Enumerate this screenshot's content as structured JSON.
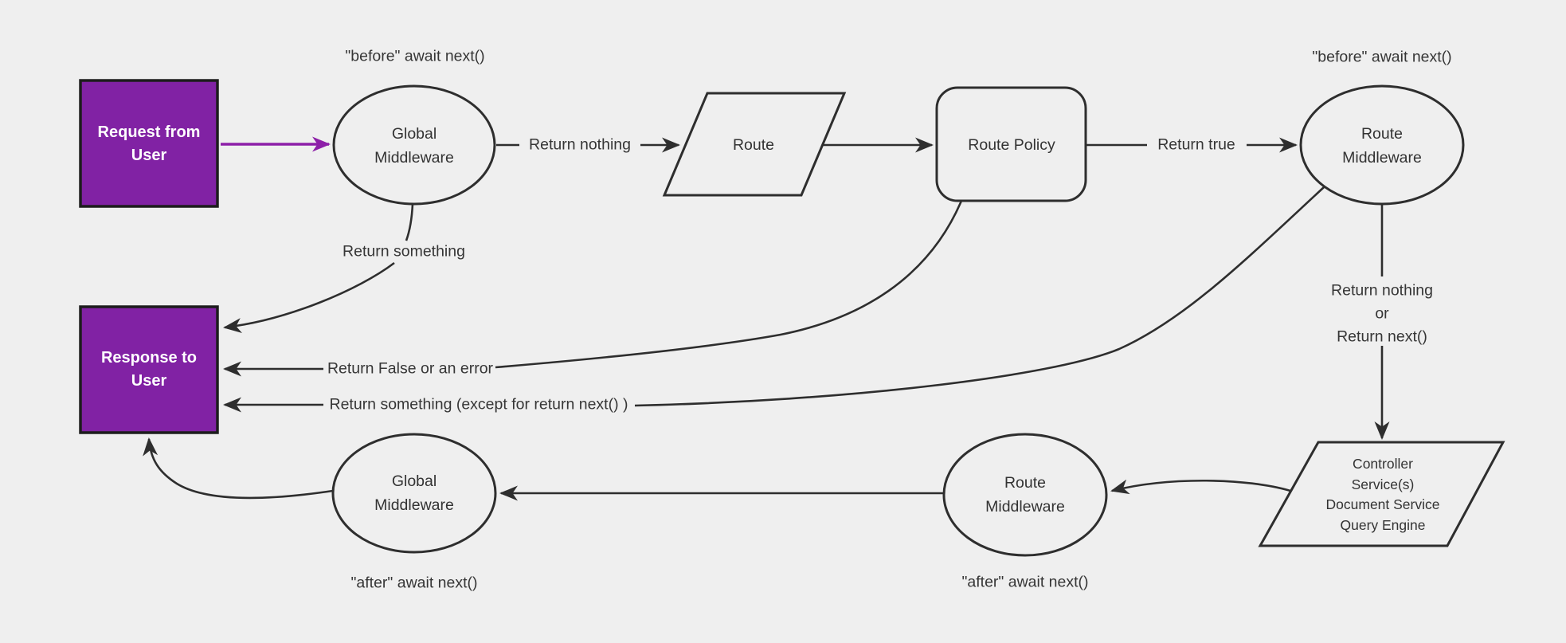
{
  "colors": {
    "background": "#efefef",
    "line": "#2e2e2e",
    "purple_fill": "#8122a4",
    "purple_arrow": "#8d1fa8",
    "text_dark": "#363636",
    "text_white": "#ffffff"
  },
  "nodes": {
    "request_from_user": {
      "line1": "Request from",
      "line2": "User"
    },
    "global_middleware_top": {
      "line1": "Global",
      "line2": "Middleware"
    },
    "route": {
      "label": "Route"
    },
    "route_policy": {
      "label": "Route Policy"
    },
    "route_middleware_top": {
      "line1": "Route",
      "line2": "Middleware"
    },
    "controller_services": {
      "line1": "Controller",
      "line2": "Service(s)",
      "line3": "Document Service",
      "line4": "Query Engine"
    },
    "route_middleware_bottom": {
      "line1": "Route",
      "line2": "Middleware"
    },
    "global_middleware_bottom": {
      "line1": "Global",
      "line2": "Middleware"
    },
    "response_to_user": {
      "line1": "Response to",
      "line2": "User"
    }
  },
  "edge_labels": {
    "before_await_next_global": "\"before\" await next()",
    "before_await_next_route": "\"before\" await next()",
    "return_nothing": "Return nothing",
    "return_true": "Return true",
    "return_something": "Return something",
    "return_false_or_error": "Return False or an error",
    "return_something_except": "Return something (except for return next() )",
    "return_nothing_or": {
      "line1": "Return nothing",
      "line2": "or",
      "line3": "Return next()"
    },
    "after_await_next_route": "\"after\" await next()",
    "after_await_next_global": "\"after\" await next()"
  }
}
